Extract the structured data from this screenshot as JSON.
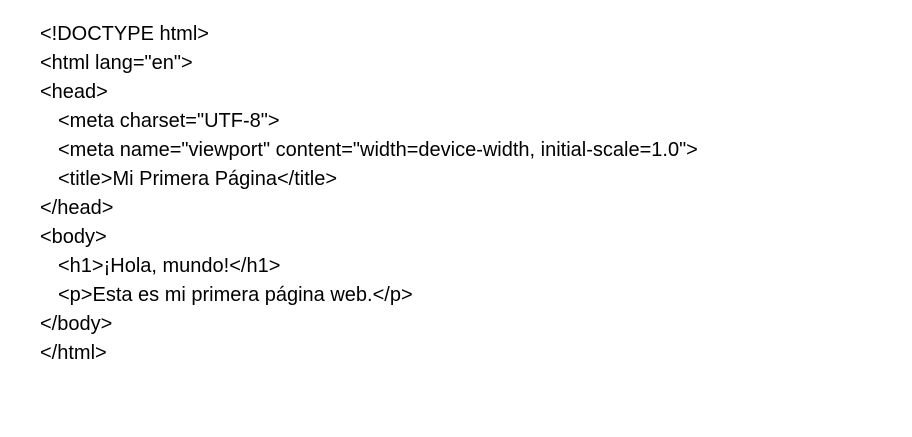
{
  "document": {
    "lines": [
      {
        "text": "<!DOCTYPE html>",
        "indent": 0
      },
      {
        "text": "<html lang=\"en\">",
        "indent": 0
      },
      {
        "text": "<head>",
        "indent": 0
      },
      {
        "text": "<meta charset=\"UTF-8\">",
        "indent": 1
      },
      {
        "text": "<meta name=\"viewport\" content=\"width=device-width, initial-scale=1.0\">",
        "indent": 1
      },
      {
        "text": "<title>Mi Primera Página</title>",
        "indent": 1
      },
      {
        "text": "</head>",
        "indent": 0
      },
      {
        "text": "<body>",
        "indent": 0
      },
      {
        "text": "<h1>¡Hola, mundo!</h1>",
        "indent": 1
      },
      {
        "text": "<p>Esta es mi primera página web.</p>",
        "indent": 1
      },
      {
        "text": "</body>",
        "indent": 0
      },
      {
        "text": "</html>",
        "indent": 0
      }
    ]
  }
}
